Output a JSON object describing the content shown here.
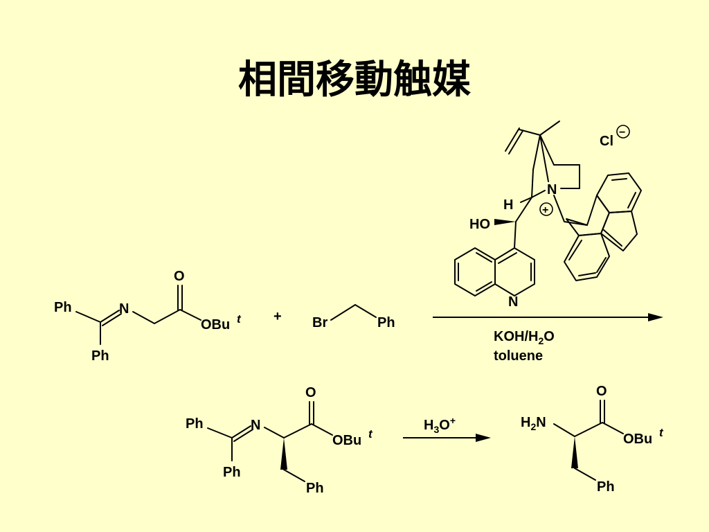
{
  "slide": {
    "title": "相間移動触媒"
  },
  "labels": {
    "ph": "Ph",
    "n": "N",
    "o": "O",
    "obu": "OBu",
    "t": "t",
    "plus": "+",
    "br": "Br",
    "h": "H",
    "ho": "HO",
    "cl": "Cl",
    "koh_a": "KOH/H",
    "koh_sub": "2",
    "koh_b": "O",
    "toluene": "toluene",
    "h3o_a": "H",
    "h3o_sub": "3",
    "h3o_b": "O",
    "h3o_sup": "+",
    "h2n_a": "H",
    "h2n_sub": "2",
    "h2n_b": "N",
    "pos_charge": "+",
    "neg_charge": "−"
  }
}
